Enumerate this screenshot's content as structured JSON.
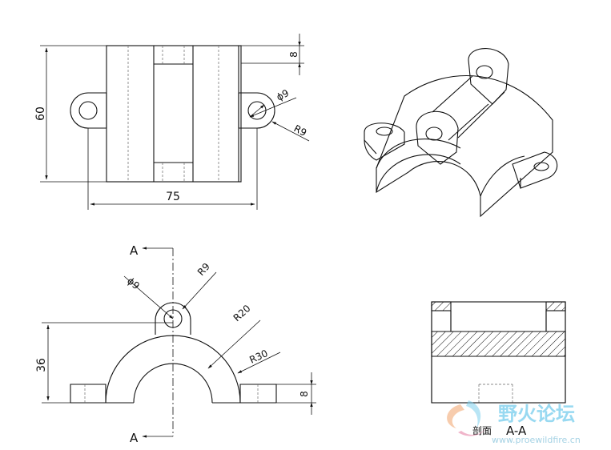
{
  "top_view": {
    "dim_height": "60",
    "dim_width": "75",
    "dim_flange": "8",
    "dim_hole": "ϕ9",
    "dim_radius": "R9"
  },
  "front_view": {
    "section_label_top": "A",
    "section_label_bottom": "A",
    "dim_hole": "ϕ9",
    "dim_r_ear": "R9",
    "dim_r_inner": "R20",
    "dim_r_outer": "R30",
    "dim_height": "36",
    "dim_flange": "8"
  },
  "section_view": {
    "caption_cn": "剖面",
    "caption": "A-A"
  },
  "watermark": {
    "text": "野火论坛",
    "url": "www.proewildfire.cn"
  },
  "colors": {
    "line": "#111111",
    "hatch": "#111111",
    "watermark": "#7fd0ee"
  }
}
